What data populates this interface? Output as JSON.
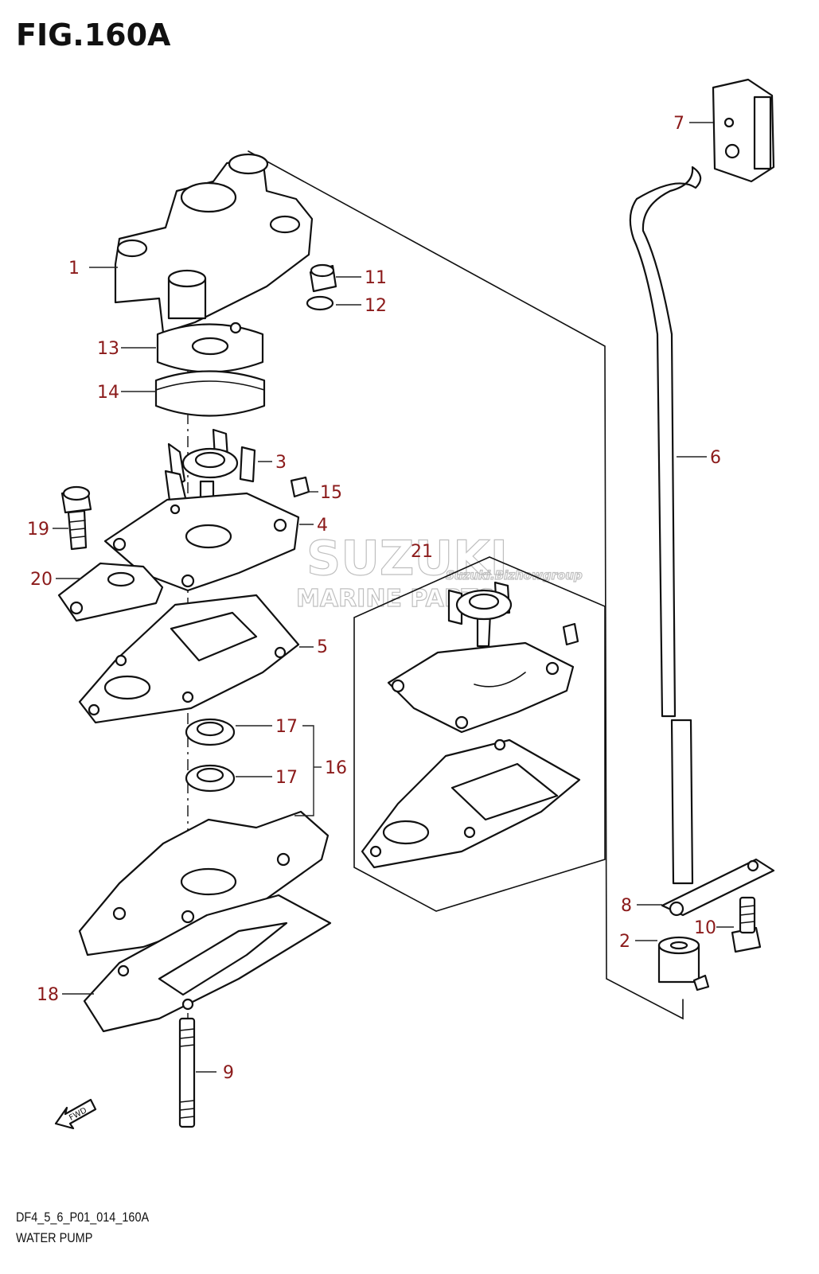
{
  "figure": {
    "title": "FIG.160A"
  },
  "footer": {
    "code": "DF4_5_6_P01_014_160A",
    "name": "WATER PUMP"
  },
  "watermark": {
    "line1": "SUZUKI",
    "line2": "MARINE PARTS",
    "small": "Suzuki.Bizhowgroup"
  },
  "fwd_label": "FWD",
  "callouts": [
    {
      "id": "c1",
      "num": "1"
    },
    {
      "id": "c2",
      "num": "2"
    },
    {
      "id": "c3",
      "num": "3"
    },
    {
      "id": "c4",
      "num": "4"
    },
    {
      "id": "c5",
      "num": "5"
    },
    {
      "id": "c6",
      "num": "6"
    },
    {
      "id": "c7",
      "num": "7"
    },
    {
      "id": "c8",
      "num": "8"
    },
    {
      "id": "c9",
      "num": "9"
    },
    {
      "id": "c10",
      "num": "10"
    },
    {
      "id": "c11",
      "num": "11"
    },
    {
      "id": "c12",
      "num": "12"
    },
    {
      "id": "c13",
      "num": "13"
    },
    {
      "id": "c14",
      "num": "14"
    },
    {
      "id": "c15",
      "num": "15"
    },
    {
      "id": "c16",
      "num": "16"
    },
    {
      "id": "c17a",
      "num": "17"
    },
    {
      "id": "c17b",
      "num": "17"
    },
    {
      "id": "c18",
      "num": "18"
    },
    {
      "id": "c19",
      "num": "19"
    },
    {
      "id": "c20",
      "num": "20"
    },
    {
      "id": "c21",
      "num": "21"
    }
  ]
}
